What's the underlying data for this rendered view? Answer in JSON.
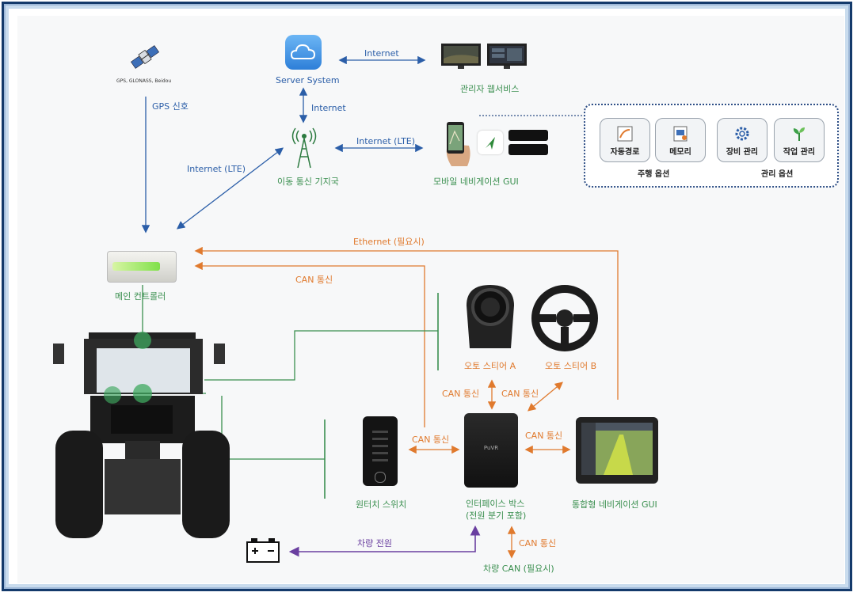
{
  "nodes": {
    "satellite": "GPS, GLONASS, Beidou",
    "server": "Server System",
    "web_service": "관리자 웹서비스",
    "base_station": "이동 통신 기지국",
    "mobile_gui": "모바일 네비게이션 GUI",
    "main_controller": "메인 컨트롤러",
    "auto_steer_a": "오토 스티어 A",
    "auto_steer_b": "오토 스티어 B",
    "one_touch": "원터치 스위치",
    "interface_box_line1": "인터페이스 박스",
    "interface_box_line2": "(전원 분기 포함)",
    "nav_gui": "통합형 네비게이션 GUI",
    "vehicle_can": "차량 CAN (필요시)",
    "interface_box_logo": "PuVR"
  },
  "edges": {
    "gps_signal": "GPS 신호",
    "internet_server_web": "Internet",
    "internet_server_station": "Internet",
    "internet_lte_mobile": "Internet (LTE)",
    "internet_lte_controller": "Internet (LTE)",
    "ethernet": "Ethernet (필요시)",
    "can_main": "CAN 통신",
    "can_steer_a": "CAN 통신",
    "can_steer_b": "CAN 통신",
    "can_switch": "CAN 통신",
    "can_nav": "CAN 통신",
    "can_vehicle": "CAN 통신",
    "vehicle_power": "차량 전원"
  },
  "options": {
    "drive_group": "주행 옵션",
    "manage_group": "관리 옵션",
    "items": [
      {
        "label": "자동경로",
        "icon": "auto-path-icon"
      },
      {
        "label": "메모리",
        "icon": "memory-icon"
      },
      {
        "label": "장비 관리",
        "icon": "gear-icon"
      },
      {
        "label": "작업 관리",
        "icon": "plant-icon"
      }
    ]
  },
  "colors": {
    "internet": "#2b5ea8",
    "can": "#e07a2e",
    "power": "#6a3fa0",
    "tractor_link": "#3a8f4f"
  }
}
